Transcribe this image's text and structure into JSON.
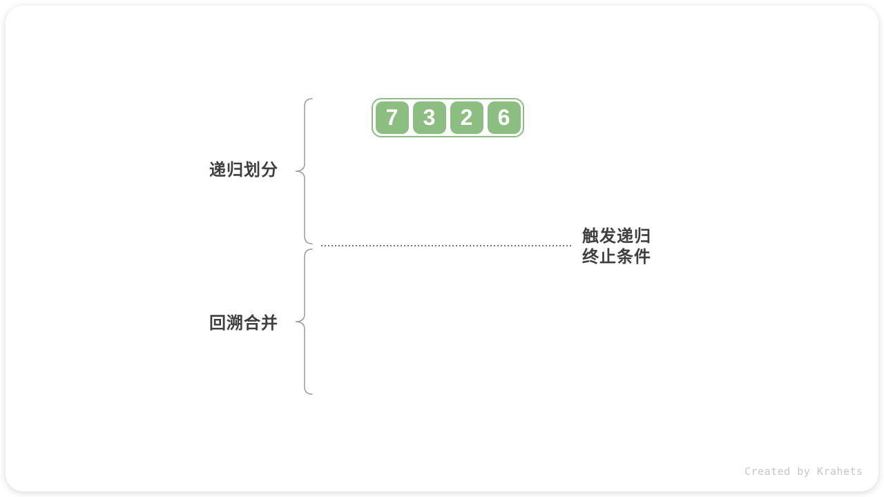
{
  "diagram": {
    "title_context": "merge-sort recursion diagram",
    "array": {
      "values": [
        "7",
        "3",
        "2",
        "6"
      ]
    },
    "labels": {
      "divide": "递归划分",
      "merge": "回溯合并"
    },
    "termination": {
      "line1": "触发递归",
      "line2": "终止条件"
    },
    "watermark": "Created by Krahets"
  },
  "colors": {
    "cell_green": "#8CBE82",
    "cell_text": "#FFFFFF",
    "label_text": "#3E3E3E",
    "brace_stroke": "#999999",
    "dotted_line": "#6E6E6E",
    "watermark_text": "#C6C6C6",
    "card_background": "#FFFFFF"
  }
}
